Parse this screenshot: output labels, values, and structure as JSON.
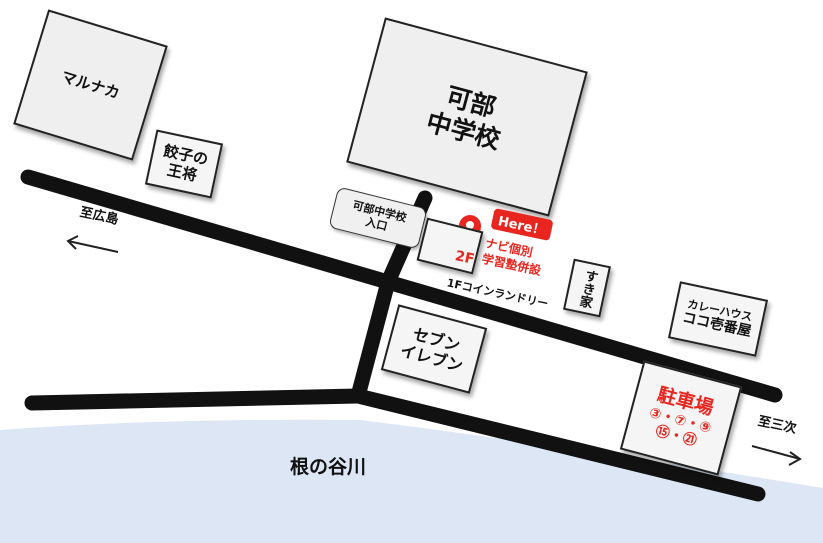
{
  "map": {
    "buildings": {
      "marunaka": "マルナカ",
      "gyoza_line1": "餃子の",
      "gyoza_line2": "王将",
      "school_line1": "可部",
      "school_line2": "中学校",
      "sukiya": "すき家",
      "seven_line1": "セブン",
      "seven_line2": "イレブン",
      "coco_line1": "カレーハウス",
      "coco_line2": "ココ壱番屋"
    },
    "school_entrance_line1": "可部中学校",
    "school_entrance_line2": "入口",
    "here": "Here！",
    "floor": "2F",
    "navi_line1": "ナビ個別",
    "navi_line2": "学習塾併設",
    "laundry": "1Fコインランドリー",
    "parking": {
      "title": "駐車場",
      "row1": "③・⑦・⑨",
      "row2": "⑮・㉑"
    },
    "to_hiroshima": "至広島",
    "to_miyoshi": "至三次",
    "river": "根の谷川",
    "colors": {
      "accent": "#e8261f",
      "road": "#111111",
      "river": "#dde6f5",
      "building": "#efefef"
    },
    "icons": [
      "map-pin-icon",
      "arrow-left-icon",
      "arrow-right-icon"
    ]
  }
}
